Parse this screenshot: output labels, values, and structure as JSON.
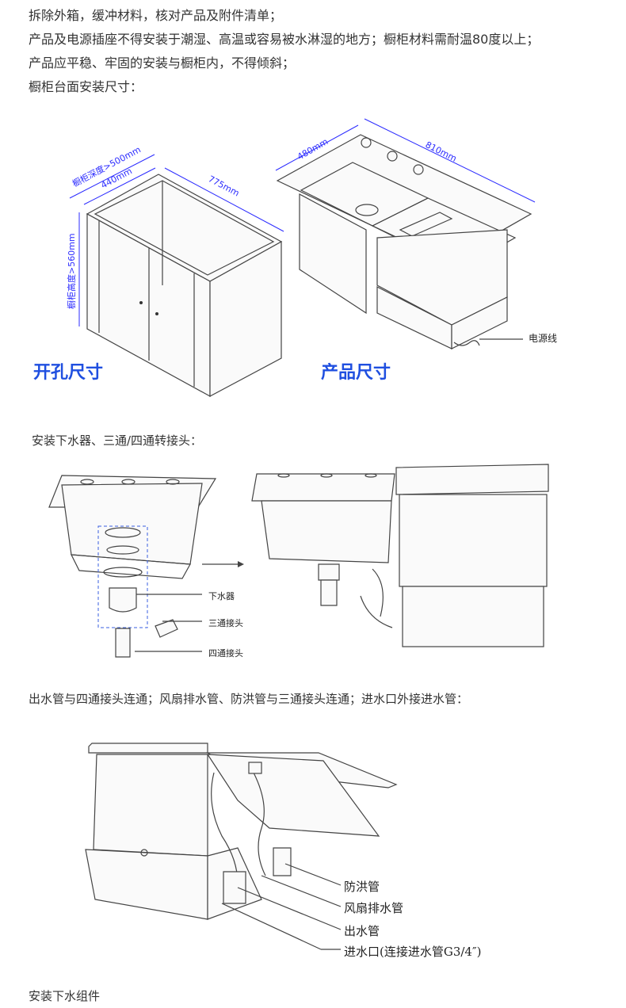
{
  "intro": {
    "line1": "拆除外箱，缓冲材料，核对产品及附件清单；",
    "line2": "产品及电源插座不得安装于潮湿、高温或容易被水淋湿的地方；橱柜材料需耐温80度以上；",
    "line3": "产品应平稳、牢固的安装与橱柜内，不得倾斜；",
    "line4": "橱柜台面安装尺寸："
  },
  "fig1": {
    "cabinet": {
      "caption": "开孔尺寸",
      "depth_label": "橱柜深度>500mm",
      "inner_depth": "440mm",
      "width": "775mm",
      "height_label": "橱柜高度>560mm"
    },
    "product": {
      "caption": "产品尺寸",
      "depth": "480mm",
      "width": "810mm",
      "power_cord": "电源线"
    }
  },
  "section2": {
    "title": "安装下水器、三通/四通转接头：",
    "drain": "下水器",
    "tee": "三通接头",
    "four_way": "四通接头"
  },
  "section3": {
    "title": "出水管与四通接头连通；风扇排水管、防洪管与三通接头连通；进水口外接进水管：",
    "flood_pipe": "防洪管",
    "fan_drain": "风扇排水管",
    "outlet_pipe": "出水管",
    "inlet": "进水口(连接进水管G3/4″)"
  },
  "footer": {
    "title": "安装下水组件"
  }
}
